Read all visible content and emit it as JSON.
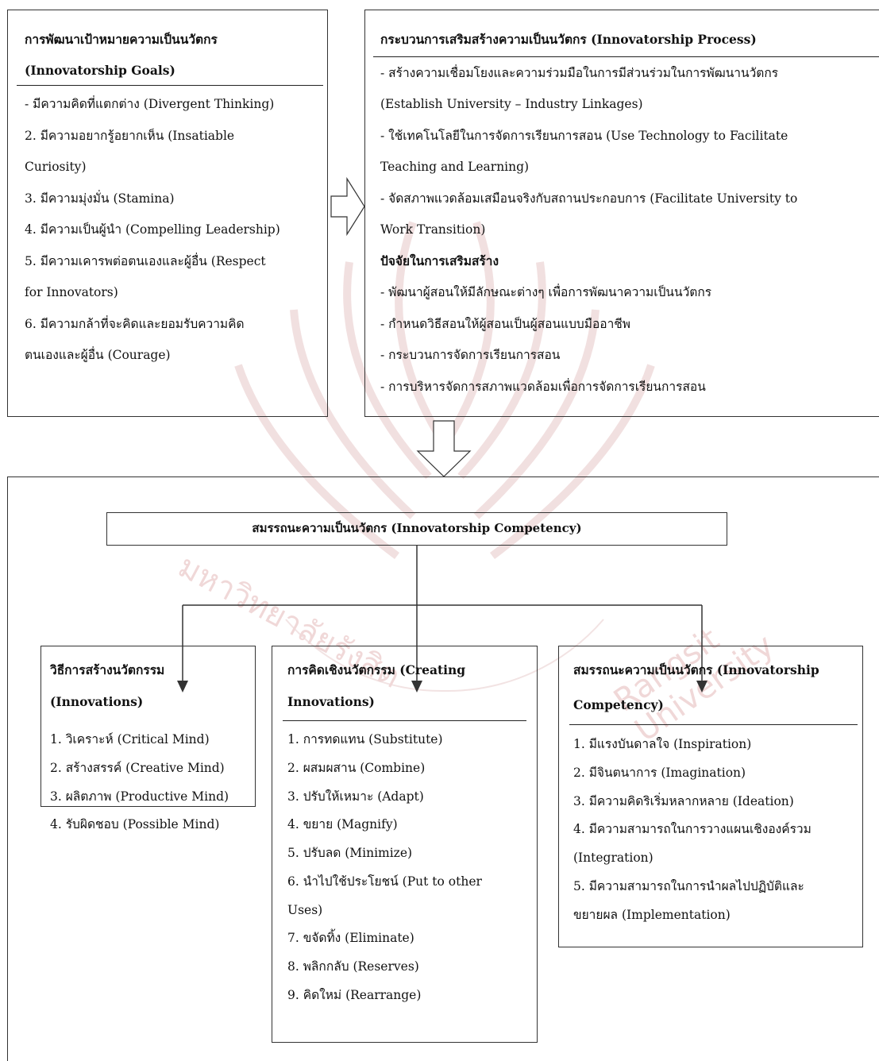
{
  "goals": {
    "title_line1": "การพัฒนาเป้าหมายความเป็นนวัตกร",
    "title_line2": "(Innovatorship Goals)",
    "lines": [
      "-  มีความคิดที่แตกต่าง  (Divergent Thinking)",
      "2. มีความอยากรู้อยากเห็น   (Insatiable",
      "Curiosity)",
      "3.  มีความมุ่งมั่น (Stamina)",
      "4.  มีความเป็นผู้นำ  (Compelling Leadership)",
      "5.  มีความเคารพต่อตนเองและผู้อื่น (Respect",
      "for Innovators)",
      "6.  มีความกล้าที่จะคิดและยอมรับความคิด",
      "ตนเองและผู้อื่น (Courage)"
    ]
  },
  "process": {
    "title": "กระบวนการเสริมสร้างความเป็นนวัตกร (Innovatorship Process)",
    "lines": [
      "-   สร้างความเชื่อมโยงและความร่วมมือในการมีส่วนร่วมในการพัฒนานวัตกร",
      "(Establish University – Industry Linkages)",
      "-   ใช้เทคโนโลยีในการจัดการเรียนการสอน (Use Technology to Facilitate",
      "Teaching and Learning)",
      " - จัดสภาพแวดล้อมเสมือนจริงกับสถานประกอบการ (Facilitate University to",
      "Work Transition)"
    ],
    "factors_title": "ปัจจัยในการเสริมสร้าง",
    "factors": [
      "- พัฒนาผู้สอนให้มีลักษณะต่างๆ เพื่อการพัฒนาความเป็นนวัตกร",
      "- กำหนดวิธีสอนให้ผู้สอนเป็นผู้สอนแบบมืออาชีพ",
      "- กระบวนการจัดการเรียนการสอน",
      "- การบริหารจัดการสภาพแวดล้อมเพื่อการจัดการเรียนการสอน"
    ]
  },
  "competency": {
    "title": "สมรรถนะความเป็นนวัตกร (Innovatorship Competency)"
  },
  "innovations": {
    "title_line1": "วิธีการสร้างนวัตกรรม",
    "title_line2": "(Innovations)",
    "items": [
      "1.  วิเคราะห์ (Critical Mind)",
      "2.  สร้างสรรค์ (Creative Mind)",
      "3.  ผลิตภาพ (Productive Mind)",
      "4.  รับผิดชอบ (Possible Mind)"
    ]
  },
  "creating": {
    "title_line1": "การคิดเชิงนวัตกรรม (Creating",
    "title_line2": "Innovations)",
    "items": [
      "1.  การทดแทน (Substitute)",
      "2.  ผสมผสาน (Combine)",
      "3.  ปรับให้เหมาะ (Adapt)",
      "4.  ขยาย (Magnify)",
      "5.  ปรับลด (Minimize)",
      "6.  นำไปใช้ประโยชน์ (Put to other",
      "Uses)",
      "7.  ขจัดทิ้ง (Eliminate)",
      "8.  พลิกกลับ (Reserves)",
      "9.  คิดใหม่ (Rearrange)"
    ]
  },
  "competency_detail": {
    "title_line1": "สมรรถนะความเป็นนวัตกร (Innovatorship",
    "title_line2": "Competency)",
    "items": [
      "1.  มีแรงบันดาลใจ (Inspiration)",
      "2.  มีจินตนาการ (Imagination)",
      "3.  มีความคิดริเริ่มหลากหลาย (Ideation)",
      "4.  มีความสามารถในการวางแผนเชิงองค์รวม",
      "(Integration)",
      "5.  มีความสามารถในการนำผลไปปฏิบัติและ",
      "ขยายผล (Implementation)"
    ]
  },
  "watermark": {
    "text_left": "มหาวิทยาลัยรังสิต",
    "text_right": "Rangsit University"
  }
}
